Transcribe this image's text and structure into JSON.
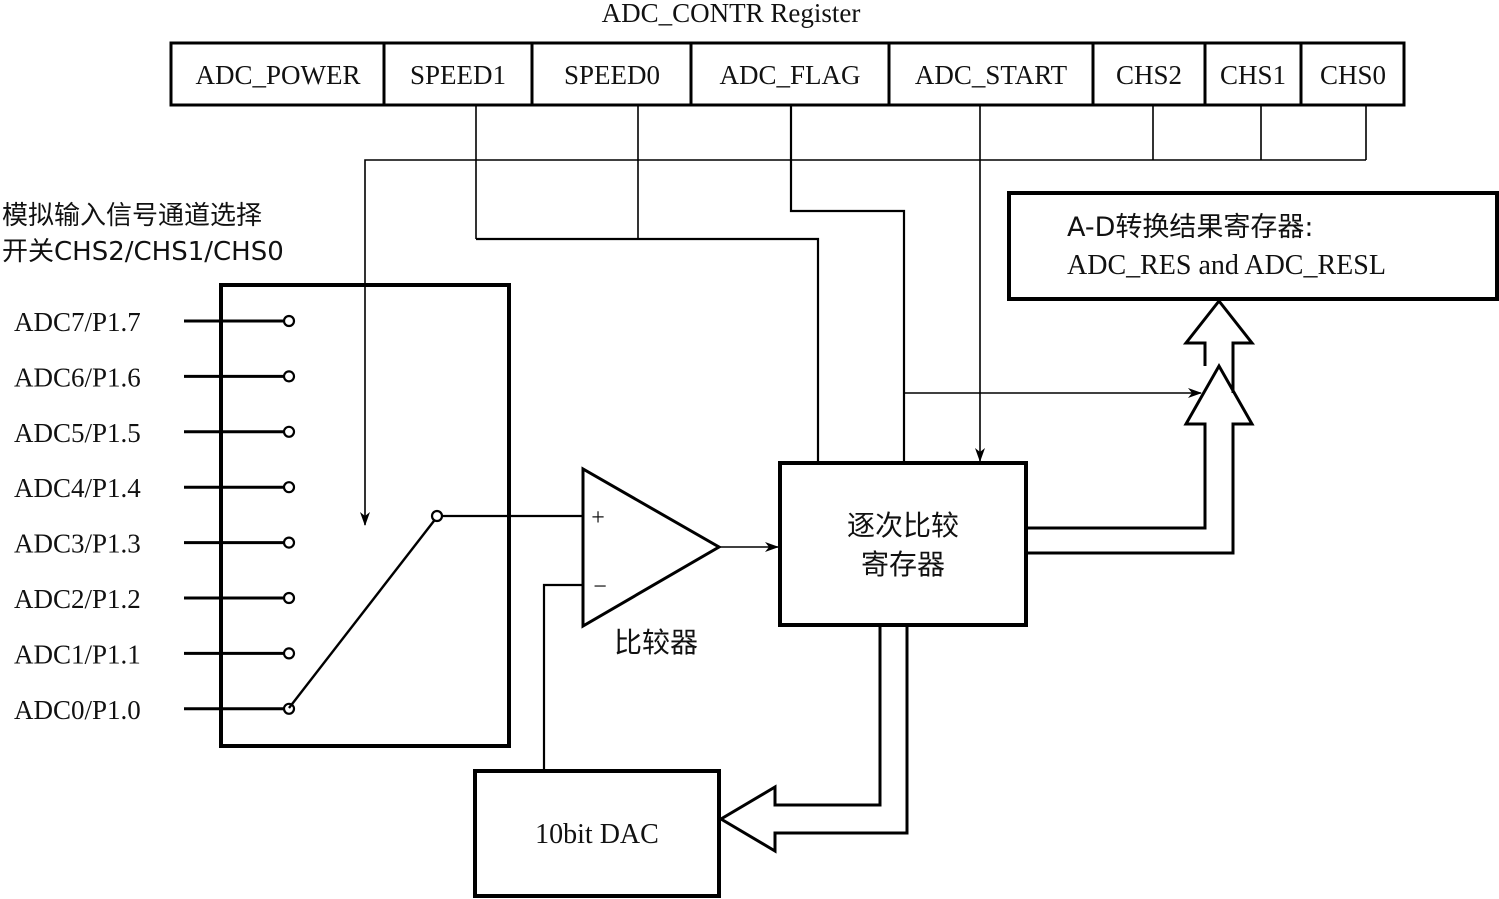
{
  "register": {
    "title": "ADC_CONTR Register",
    "bits": [
      "ADC_POWER",
      "SPEED1",
      "SPEED0",
      "ADC_FLAG",
      "ADC_START",
      "CHS2",
      "CHS1",
      "CHS0"
    ]
  },
  "mux": {
    "label_line1": "模拟输入信号通道选择",
    "label_line2": "开关CHS2/CHS1/CHS0",
    "inputs": [
      "ADC7/P1.7",
      "ADC6/P1.6",
      "ADC5/P1.5",
      "ADC4/P1.4",
      "ADC3/P1.3",
      "ADC2/P1.2",
      "ADC1/P1.1",
      "ADC0/P1.0"
    ],
    "selected_input": "ADC0/P1.0"
  },
  "comparator": {
    "label": "比较器",
    "plus": "+",
    "minus": "−"
  },
  "sar": {
    "line1": "逐次比较",
    "line2": "寄存器"
  },
  "result_register": {
    "line1": "A-D转换结果寄存器:",
    "line2": "ADC_RES and ADC_RESL"
  },
  "dac": {
    "label": "10bit DAC"
  }
}
